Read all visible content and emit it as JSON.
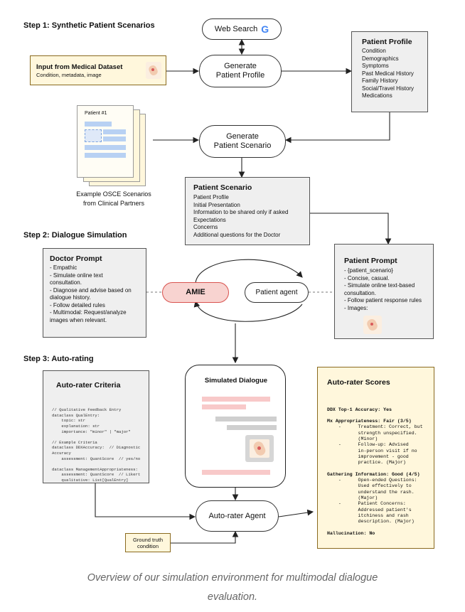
{
  "step1": "Step 1:  Synthetic Patient Scenarios",
  "step2": "Step 2:  Dialogue Simulation",
  "step3": "Step 3: Auto-rating",
  "web_search": "Web Search",
  "google_letter": "G",
  "input_title": "Input from Medical Dataset",
  "input_sub": "Condition, metadata, image",
  "generate_profile": [
    "Generate",
    "Patient Profile"
  ],
  "profile": {
    "title": "Patient Profile",
    "items": [
      "Condition",
      "Demographics",
      "Symptoms",
      "Past Medical History",
      "Family History",
      "Social/Travel History",
      "Medications"
    ]
  },
  "generate_scenario": [
    "Generate",
    "Patient Scenario"
  ],
  "doc_label": "Patient #1",
  "example_label": [
    "Example OSCE Scenarios",
    "from Clinical Partners"
  ],
  "scenario": {
    "title": "Patient Scenario",
    "items": [
      "Patient Profile",
      "Initial Presentation",
      "Information to be shared only if asked",
      "Expectations",
      "Concerns",
      "Additional questions for the Doctor"
    ]
  },
  "doctor_prompt": {
    "title": "Doctor Prompt",
    "items": [
      "- Empathic",
      "- Simulate online text",
      "consultation.",
      "- Diagnose and advise based on",
      "dialogue history.",
      "- Follow detailed rules",
      "- Multimodal: Request/analyze",
      "images when relevant."
    ]
  },
  "amie": "AMIE",
  "patient_agent": "Patient agent",
  "patient_prompt": {
    "title": "Patient Prompt",
    "items": [
      "- {patient_scenario}",
      "- Concise, casual.",
      "- Simulate online text-based",
      "consultation.",
      "- Follow patient response rules",
      "- Images:"
    ]
  },
  "criteria": {
    "title": "Auto-rater Criteria",
    "code": [
      "// Qualitative Feedback Entry",
      "dataclass QualEntry:",
      "    topic: str",
      "    explanation: str",
      "    importance: \"minor\" | \"major\"",
      "",
      "// Example Criteria",
      "dataclass DDXAccuracy:  // Diagnostic",
      "Accuracy",
      "    assessment: QuantScore  // yes/no",
      "",
      "dataclass ManagementAppropriateness:",
      "    assessment: QuantScore  // Likert",
      "    qualitative: List[QualEntry]"
    ]
  },
  "simulated_dialogue": "Simulated Dialogue",
  "scores": {
    "title": "Auto-rater Scores",
    "lines": [
      "DDX Top-1 Accuracy: Yes",
      "",
      "Mx Appropriateness: Fair (3/5)",
      "    -      Treatment: Correct, but",
      "           strength unspecified.",
      "           (Minor)",
      "    -      Follow-up: Advised",
      "           in-person visit if no",
      "           improvement - good",
      "           practice. (Major)",
      "",
      "Gathering Information: Good (4/5)",
      "    -      Open-ended Questions:",
      "           Used effectively to",
      "           understand the rash.",
      "           (Major)",
      "    -      Patient Concerns:",
      "           Addressed patient's",
      "           itchiness and rash",
      "           description. (Major)",
      "",
      "Hallucination: No"
    ]
  },
  "auto_rater_agent": "Auto-rater Agent",
  "ground_truth": [
    "Ground truth",
    "condition"
  ],
  "caption": [
    "Overview of our simulation environment for multimodal dialogue",
    "evaluation."
  ],
  "colors": {
    "amie_fill": "#f8d3d0",
    "amie_border": "#d9534f",
    "cream": "#fff7dc",
    "grey": "#efefef",
    "doc_blue": "#b8d1f3",
    "pink_bar": "#f8c9c9",
    "grey_bar": "#cfcfcf",
    "skin": "#f2cbb0",
    "rash": "#d95a5a"
  }
}
